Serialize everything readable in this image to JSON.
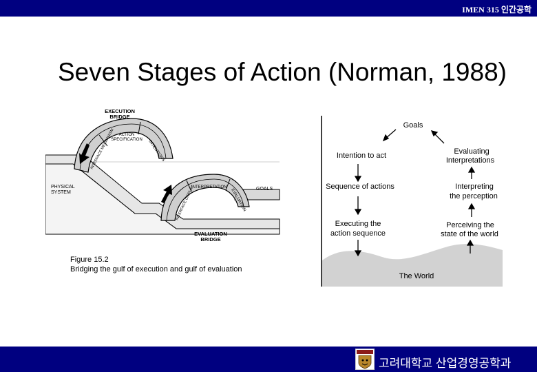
{
  "header": {
    "course": "IMEN 315 인간공학"
  },
  "slide": {
    "title": "Seven Stages of Action (Norman, 1988)"
  },
  "left_figure": {
    "execution_bridge": "EXECUTION\nBRIDGE",
    "evaluation_bridge": "EVALUATION\nBRIDGE",
    "physical_system": "PHYSICAL\nSYSTEM",
    "goals": "GOALS",
    "interface_mechanism": "INTERFACE MECHANISM",
    "action_specification": "ACTION\nSPECIFICATION",
    "intentions": "INTENTIONS",
    "interface_display": "INTERFACE DISPLAY",
    "interpretation": "INTERPRETATION",
    "evaluation": "EVALUATION",
    "caption_line1": "Figure 15.2",
    "caption_line2": "Bridging the gulf of execution and gulf of evaluation"
  },
  "right_figure": {
    "goals": "Goals",
    "intention": "Intention to act",
    "sequence": "Sequence of actions",
    "executing_1": "Executing the",
    "executing_2": "action sequence",
    "evaluating_1": "Evaluating",
    "evaluating_2": "Interpretations",
    "interpreting_1": "Interpreting",
    "interpreting_2": "the perception",
    "perceiving_1": "Perceiving the",
    "perceiving_2": "state of the world",
    "world": "The World"
  },
  "footer": {
    "department": "고려대학교 산업경영공학과"
  }
}
